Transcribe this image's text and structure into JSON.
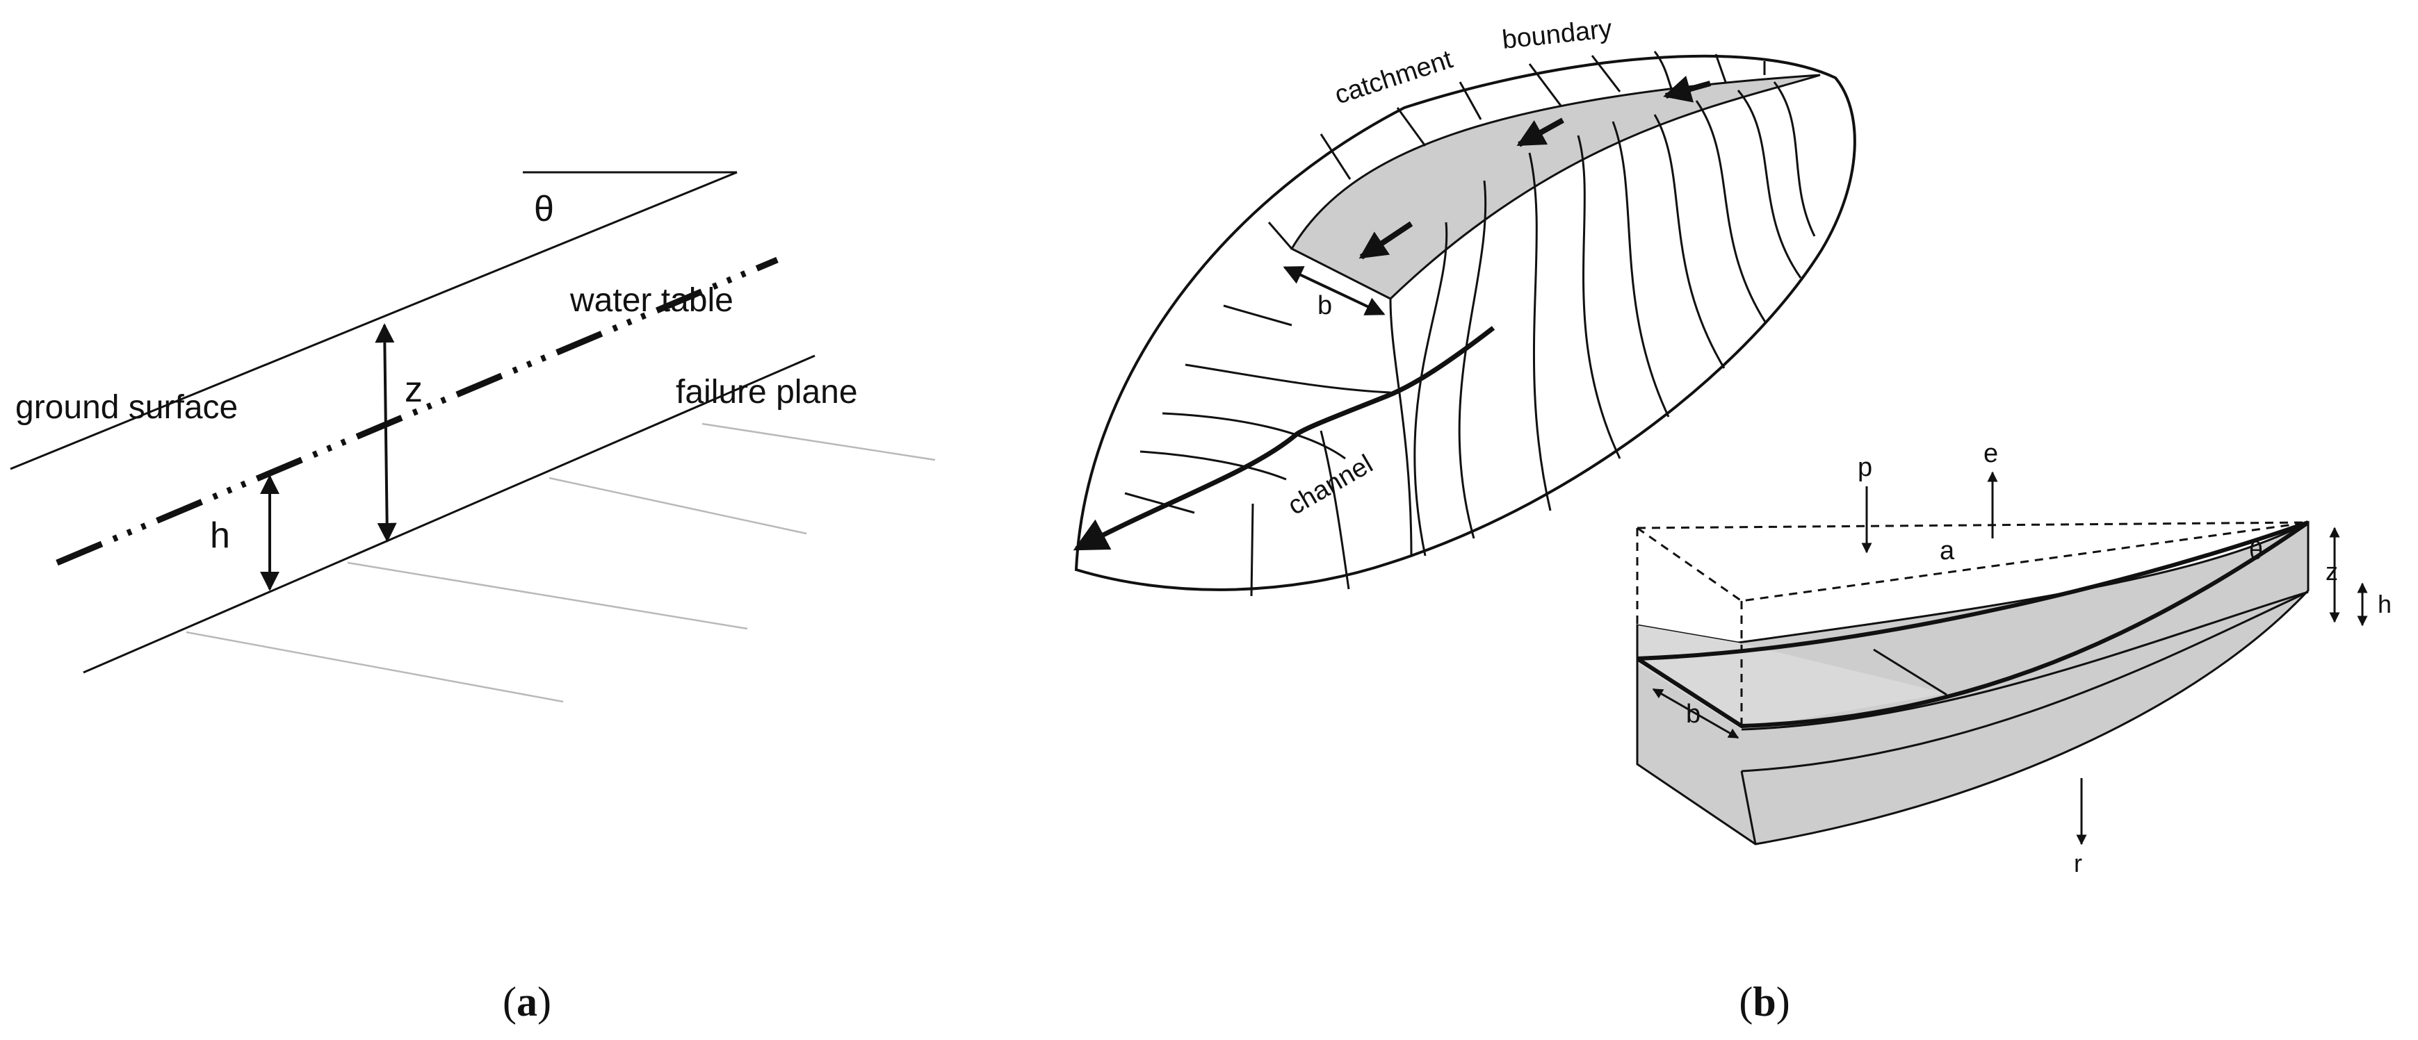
{
  "panel_a": {
    "caption_open": "(",
    "caption_letter": "a",
    "caption_close": ")",
    "theta": "θ",
    "water_table": "water table",
    "ground_surface": "ground surface",
    "failure_plane": "failure plane",
    "z": "z",
    "h": "h"
  },
  "panel_b": {
    "caption_open": "(",
    "caption_letter": "b",
    "caption_close": ")",
    "catchment": "catchment",
    "boundary": "boundary",
    "b_top": "b",
    "channel": "channel",
    "p": "p",
    "e": "e",
    "a": "a",
    "theta": "θ",
    "z": "z",
    "h": "h",
    "b_box": "b",
    "r": "r"
  }
}
